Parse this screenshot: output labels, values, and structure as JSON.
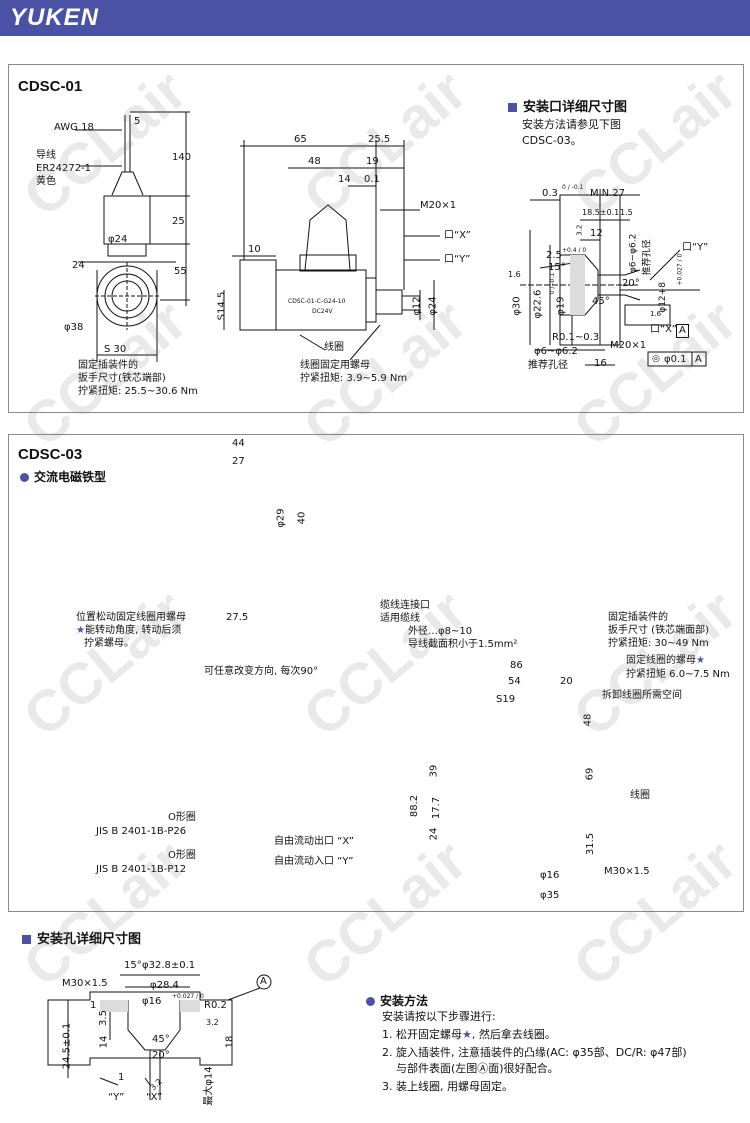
{
  "header": {
    "logo": "YUKEN"
  },
  "cdsc01": {
    "title": "CDSC-01",
    "awg": "AWG 18",
    "lead_label": "导线",
    "lead_spec": "ER24272-1",
    "lead_color": "黄色",
    "d24": "φ24",
    "d38": "φ38",
    "s30": "S 30",
    "n5": "5",
    "n140": "140",
    "n25": "25",
    "n55": "55",
    "n24": "24",
    "wrench_note_1": "固定插装件的",
    "wrench_note_2": "扳手尺寸(铁芯端部)",
    "wrench_note_3": "拧紧扭矩: 25.5~30.6 Nm",
    "n65": "65",
    "n255": "25.5",
    "n48": "48",
    "n19": "19",
    "n14": "14",
    "n01": "0.1",
    "n10": "10",
    "s145": "S14.5",
    "m20": "M20×1",
    "port_x": "口“X”",
    "port_y": "口“Y”",
    "d12": "φ12",
    "d24b": "φ24",
    "coil": "线圈",
    "nut_note_1": "线圈固定用螺母",
    "nut_note_2": "拧紧扭矩: 3.9~5.9 Nm",
    "plate_1": "CDSC-01-C-G24-10",
    "plate_2": "DC24V"
  },
  "detail": {
    "title": "安装口详细尺寸图",
    "note_1": "安装方法请参见下图",
    "note_2": "CDSC-03。",
    "d03": "0.3",
    "d03tol": "0 / -0.1",
    "min27": "MIN.27",
    "d185": "18.5±0.1",
    "d15": "1.5",
    "d32": "3.2",
    "d12": "12",
    "d25": "2.5",
    "d25tol": "+0.4 / 0",
    "d15deg": "15°",
    "d6": "φ6~φ6.2",
    "rec": "推荐孔径",
    "porty": "口“Y”",
    "d16a": "1.6",
    "d30": "φ30",
    "d226": "φ22.6",
    "d226tol": "0 / -0.1",
    "d19": "φ19",
    "d45": "45°",
    "d20": "20°",
    "d12b": "φ12+8",
    "d12btol": "+0.027 / 0",
    "d16b": "1.6",
    "portx": "口“X”",
    "boxA": "A",
    "r01": "R0.1~0.3",
    "m20": "M20×1",
    "d6b": "φ6~φ6.2",
    "rec2": "推荐孔径",
    "d16": "16",
    "tol_sym": "◎",
    "tol_val": "φ0.1",
    "tol_ref": "A"
  },
  "cdsc03": {
    "title": "CDSC-03",
    "subtitle": "交流电磁铁型",
    "n44": "44",
    "n27": "27",
    "d29": "φ29",
    "n40": "40",
    "n275": "27.5",
    "rot_1": "位置松动固定线圈用螺母",
    "rot_2": "能转动角度, 转动后须",
    "rot_3": "拧紧螺母。",
    "dir_note": "可任意改变方向, 每次90°",
    "oring_1": "O形圈",
    "oring_1_spec": "JIS B 2401-1B-P26",
    "oring_2": "O形圈",
    "oring_2_spec": "JIS B 2401-1B-P12",
    "out_x": "自由流动出口 “X”",
    "in_y": "自由流动入口 “Y”",
    "cable_1": "缆线连接口",
    "cable_2": "适用缆线",
    "cable_3": "外径…φ8~10",
    "cable_4": "导线截面积小于1.5mm²",
    "wrench_1": "固定插装件的",
    "wrench_2": "扳手尺寸 (铁芯端面部)",
    "wrench_3": "拧紧扭矩: 30~49 Nm",
    "nut_1": "固定线圈的螺母",
    "nut_2": "拧紧扭矩 6.0~7.5 Nm",
    "space": "拆卸线圈所需空间",
    "n86": "86",
    "n54": "54",
    "n20": "20",
    "s19": "S19",
    "n48": "48",
    "n39": "39",
    "n69": "69",
    "n882": "88.2",
    "n177": "17.7",
    "n24": "24",
    "n315": "31.5",
    "coil": "线圈",
    "d16": "φ16",
    "d35": "φ35",
    "m30": "M30×1.5"
  },
  "hole": {
    "title": "安装孔详细尺寸图",
    "m30": "M30×1.5",
    "d15": "15°",
    "d328": "φ32.8±0.1",
    "d284": "φ28.4",
    "d16": "φ16",
    "d16tol": "+0.027 / 0",
    "r02": "R0.2",
    "a": "A",
    "n1": "1",
    "n35": "3.5",
    "n14": "14",
    "n32": "3.2",
    "n18": "18",
    "n245": "24.5±0.1",
    "d45": "45°",
    "d20": "20°",
    "n1b": "1",
    "n32b": "3.2",
    "maxd": "最大φ14",
    "py": "“Y”",
    "px": "“X”"
  },
  "method": {
    "title": "安装方法",
    "intro": "安装请按以下步骤进行:",
    "step1a": "1. 松开固定螺母",
    "step1b": ", 然后拿去线圈。",
    "step2a": "2. 旋入插装件, 注意插装件的凸缘(AC: φ35部、DC/R: φ47部)",
    "step2b": "与部件表面(左图Ⓐ面)很好配合。",
    "step3": "3. 装上线圈, 用螺母固定。"
  },
  "watermark": "CCLair"
}
